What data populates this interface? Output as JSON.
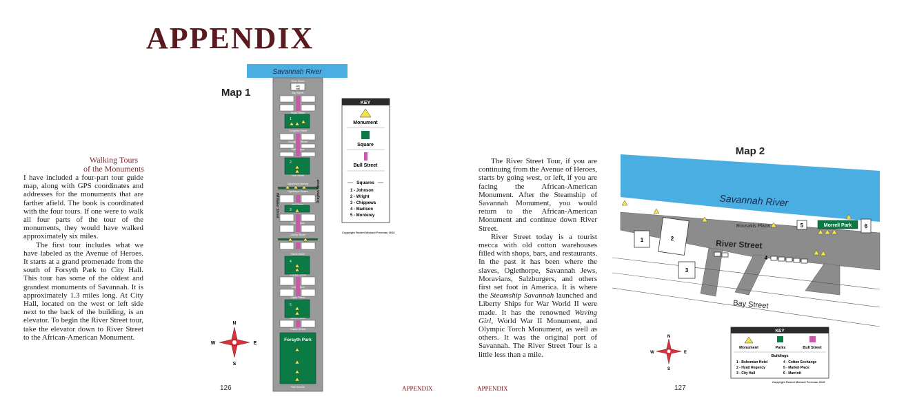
{
  "left_page": {
    "title": "APPENDIX",
    "map_label": "Map 1",
    "subheading_line1": "Walking Tours",
    "subheading_line2": "of the Monuments",
    "paragraph1": "I have included a four-part tour guide map, along with GPS coordinates and addresses for the monuments that are farther afield. The book is coordinated with the four tours. If one were to walk all four parts of the tour of the monuments, they would have walked approximately six miles.",
    "paragraph2": "The first tour includes what we have labeled as the Avenue of Heroes. It starts at a grand promenade from the south of Forsyth Park to City Hall. This tour has some of the oldest and grandest monuments of Savannah. It is approximately 1.3 miles long. At City Hall, located on the west or left side next to the back of the building, is an elevator. To begin the River Street tour, take the elevator down to River Street to the African-American Monument.",
    "page_number": "126",
    "footer": "APPENDIX"
  },
  "map1": {
    "river": "Savannah River",
    "streets": [
      "River Street",
      "Bay Street",
      "Bryan Street",
      "Congress Street",
      "Broughton Street",
      "State Street",
      "York Street",
      "Oglethorpe Avenue",
      "Hull Street",
      "Perry Street",
      "Liberty Street",
      "Harris Street",
      "Charlton Street",
      "Jones Street",
      "Taylor Street",
      "Gordon Street",
      "Gaston Street",
      "Park Avenue"
    ],
    "city_hall_line1": "City",
    "city_hall_line2": "Hall",
    "oglethorpe_square": "Oglethorpe Square",
    "whitaker_street": "Whitaker Street",
    "drayton_street": "Drayton Street",
    "square_numbers": [
      "1",
      "2",
      "3",
      "4",
      "5"
    ],
    "forsyth_park": "Forsyth Park",
    "compass": {
      "n": "N",
      "s": "S",
      "e": "E",
      "w": "W"
    },
    "key": {
      "title": "KEY",
      "monument": "Monument",
      "square": "Square",
      "bull_street": "Bull Street",
      "squares_heading": "Squares",
      "squares": [
        "1 - Johnson",
        "2 - Wright",
        "3 - Chippewa",
        "4 - Madison",
        "5 - Monterey"
      ]
    },
    "copyright": "Copyright Robert Michael Freeman 2015"
  },
  "right_page": {
    "paragraph1": "The River Street Tour, if you are continuing from the Avenue of Heroes, starts by going west, or left, if you are facing the African-American Monument. After the Steamship of Savannah Monument, you would return to the African-American Monument and continue down River Street.",
    "p2_part1": "River Street today is a tourist mecca with old cotton warehouses filled with shops, bars, and restaurants. In the past it has been where the slaves, Oglethorpe, Savannah Jews, Moravians, Salzburgers, and others first set foot in America. It is where the ",
    "p2_italic1": "Steamship Savannah",
    "p2_part2": " launched and Liberty Ships for War World II were made. It has the renowned ",
    "p2_italic2": "Waving Girl",
    "p2_part3": ", World War II Monument, and Olympic Torch Monument, as well as others. It was the original port of Savannah. The River Street Tour is a little less than a mile.",
    "page_number": "127",
    "footer": "APPENDIX"
  },
  "map2": {
    "map_label": "Map 2",
    "river": "Savannah River",
    "river_street": "River Street",
    "bay_street": "Bay Street",
    "rousakis_plaza": "Rousakis Plaza",
    "morrell_park": "Morrell Park",
    "building_numbers": [
      "1",
      "2",
      "3",
      "4",
      "5",
      "6"
    ],
    "compass": {
      "n": "N",
      "s": "S",
      "e": "E",
      "w": "W"
    },
    "key": {
      "title": "KEY",
      "monument": "Monument",
      "parks": "Parks",
      "bull_street": "Bull Street",
      "buildings_heading": "Buildings",
      "buildings_left": [
        "1 - Bohemian Hotel",
        "2 - Hyatt Regency",
        "3 - City Hall"
      ],
      "buildings_right": [
        "4 - Cotton Exchange",
        "5 - Market Place",
        "6 - Marriott"
      ]
    },
    "copyright": "Copyright Robert Michael Freeman 2015"
  },
  "colors": {
    "title": "#5a1a1f",
    "river": "#4aaee3",
    "street_gray": "#8c8c8c",
    "square_green": "#0b7a45",
    "bull_street_pink": "#c85aa8",
    "monument_yellow": "#f2e44a",
    "compass_red": "#d8343f"
  }
}
